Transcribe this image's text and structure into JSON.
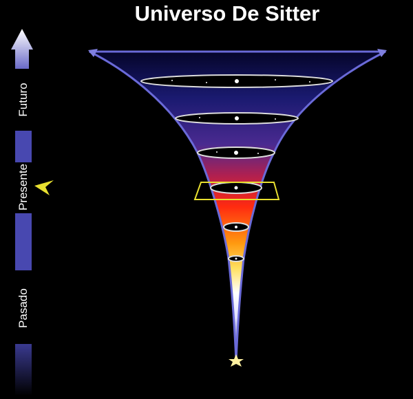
{
  "title": "Universo De Sitter",
  "timeline": {
    "future_label": "Futuro",
    "present_label": "Presente",
    "past_label": "Pasado"
  },
  "colors": {
    "background": "#000000",
    "timeline_bar": "#4848b0",
    "funnel_edge": "#6a6ad8",
    "present_marker": "#e8e030"
  }
}
